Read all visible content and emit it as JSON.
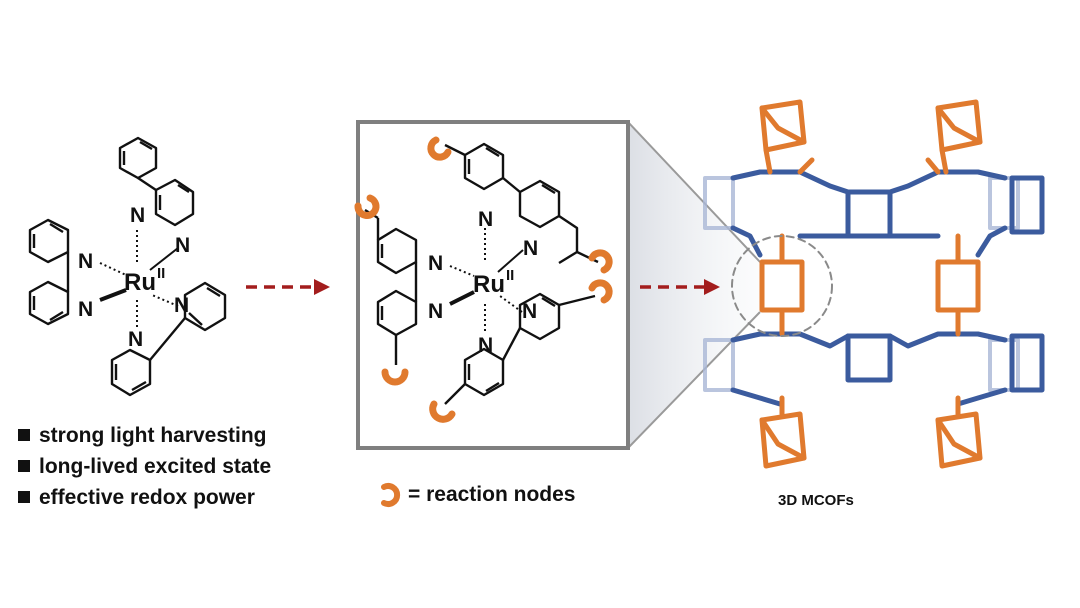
{
  "complex_left": {
    "nitrogen": "N",
    "metal": "Ru",
    "oxidation": "II"
  },
  "complex_mid": {
    "nitrogen": "N",
    "metal": "Ru",
    "oxidation": "II"
  },
  "features": [
    "strong light harvesting",
    "long-lived excited state",
    "effective redox power"
  ],
  "legend": {
    "text": "= reaction nodes"
  },
  "framework": {
    "caption": "3D MCOFs"
  },
  "colors": {
    "arrow": "#a31d1d",
    "node": "#e07a2e",
    "frame_orange": "#e07a2e",
    "frame_blue": "#3b5b9e",
    "bond": "#111111",
    "panel_border": "#7f7f7f"
  }
}
